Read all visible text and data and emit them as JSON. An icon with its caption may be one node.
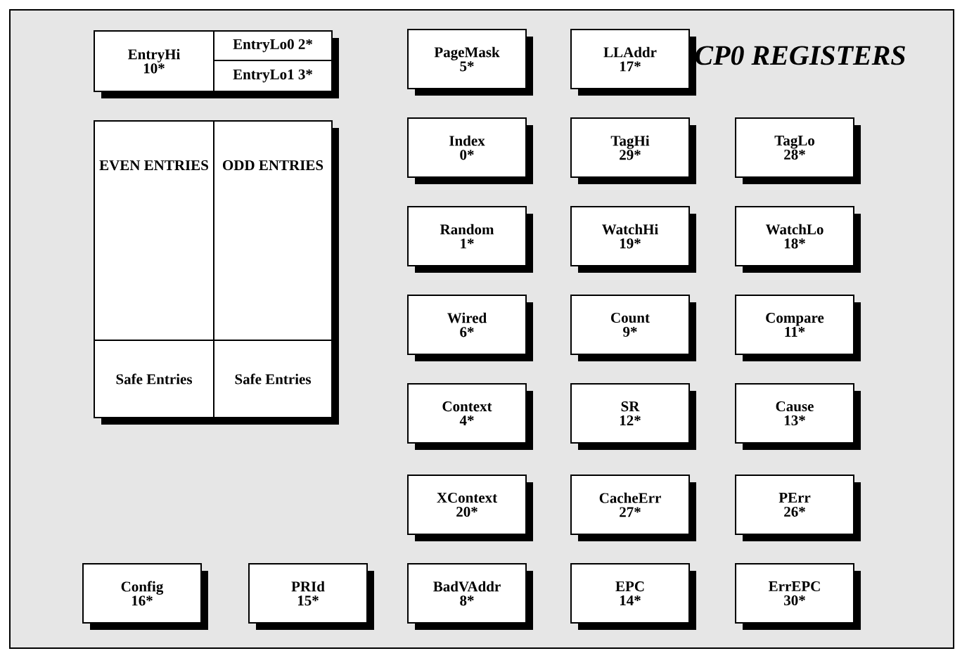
{
  "diagram": {
    "title": "CP0 REGISTERS",
    "nodes": [
      {
        "text": [
          "EntryHi",
          "10*"
        ]
      },
      {
        "text": [
          "EntryLo0",
          "2*"
        ]
      },
      {
        "text": [
          "EntryLo1",
          "3*"
        ]
      },
      {
        "text": [
          "PageMask",
          "5*"
        ]
      },
      {
        "text": [
          "LLAddr",
          "17*"
        ]
      },
      {
        "text": [
          "EVEN ENTRIES"
        ]
      },
      {
        "text": [
          "ODD ENTRIES"
        ]
      },
      {
        "text": [
          "Index",
          "0*"
        ]
      },
      {
        "text": [
          "TagHi",
          "29*"
        ]
      },
      {
        "text": [
          "TagLo",
          "28*"
        ]
      },
      {
        "text": [
          "Random",
          "1*"
        ]
      },
      {
        "text": [
          "WatchHi",
          "19*"
        ]
      },
      {
        "text": [
          "WatchLo",
          "18*"
        ]
      },
      {
        "text": [
          "Wired",
          "6*"
        ]
      },
      {
        "text": [
          "Count",
          "9*"
        ]
      },
      {
        "text": [
          "Compare",
          "11*"
        ]
      },
      {
        "text": [
          "Safe Entries"
        ]
      },
      {
        "text": [
          "Safe Entries"
        ]
      },
      {
        "text": [
          "Context",
          "4*"
        ]
      },
      {
        "text": [
          "SR",
          "12*"
        ]
      },
      {
        "text": [
          "Cause",
          "13*"
        ]
      },
      {
        "text": [
          "XContext",
          "20*"
        ]
      },
      {
        "text": [
          "CacheErr",
          "27*"
        ]
      },
      {
        "text": [
          "PErr",
          "26*"
        ]
      },
      {
        "text": [
          "Config",
          "16*"
        ]
      },
      {
        "text": [
          "PRId",
          "15*"
        ]
      },
      {
        "text": [
          "BadVAddr",
          "8*"
        ]
      },
      {
        "text": [
          "EPC",
          "14*"
        ]
      },
      {
        "text": [
          "ErrEPC",
          "30*"
        ]
      }
    ]
  }
}
